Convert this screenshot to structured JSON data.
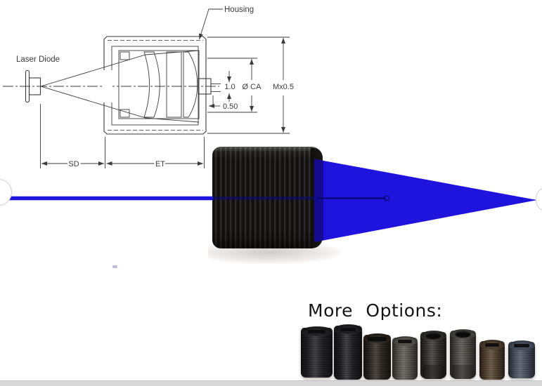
{
  "drawing": {
    "housing_label": "Housing",
    "laser_diode_label": "Laser Diode",
    "dim_aperture": "1.0",
    "dim_clear_aperture": "Ø CA",
    "dim_thread": "Mx0.5",
    "dim_lip": "0.50",
    "dim_source_distance": "SD",
    "dim_edge_thickness": "ET"
  },
  "photo": {
    "more_options_label": "More Options:"
  },
  "colors": {
    "beam-blue": "#1f13de",
    "beam-dark": "#0c0872",
    "drawing-line": "#3b3b3b",
    "strip-gray": "#d9d9d9"
  }
}
